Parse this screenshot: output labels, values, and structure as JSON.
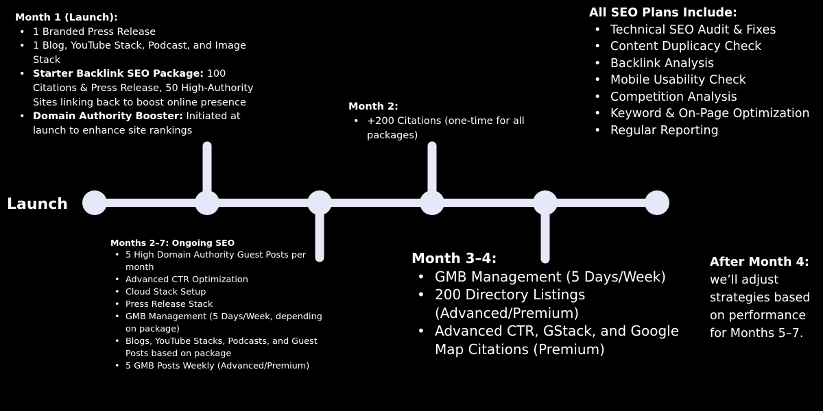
{
  "launch_label": "Launch",
  "colors": {
    "background": "#000000",
    "text": "#ffffff",
    "timeline": "#e6e8f8"
  },
  "month1": {
    "title": "Month 1 (Launch):",
    "items": [
      {
        "bold": "",
        "text": "1 Branded Press Release"
      },
      {
        "bold": "",
        "text": "1 Blog, YouTube Stack, Podcast, and Image Stack"
      },
      {
        "bold": "Starter Backlink SEO Package:",
        "text": " 100 Citations & Press Release, 50 High-Authority Sites linking back to boost online presence"
      },
      {
        "bold": "Domain Authority Booster:",
        "text": " Initiated at launch to enhance site rankings"
      }
    ]
  },
  "month2": {
    "title": "Month 2:",
    "items": [
      "+200 Citations (one-time for all packages)"
    ]
  },
  "months2_7": {
    "title": "Months 2–7: Ongoing SEO",
    "items": [
      "5 High Domain Authority Guest Posts per month",
      "Advanced CTR Optimization",
      "Cloud Stack Setup",
      "Press Release Stack",
      "GMB Management (5 Days/Week, depending on package)",
      " Blogs, YouTube Stacks, Podcasts, and Guest Posts based on package",
      "5 GMB Posts Weekly (Advanced/Premium)"
    ]
  },
  "month3_4": {
    "title": "Month 3–4:",
    "items": [
      "GMB Management (5 Days/Week)",
      "200 Directory Listings (Advanced/Premium)",
      "Advanced CTR, GStack, and Google Map Citations (Premium)"
    ]
  },
  "all_seo": {
    "title": "All SEO Plans Include:",
    "items": [
      "Technical SEO Audit & Fixes",
      "Content Duplicacy Check",
      "Backlink Analysis",
      "Mobile Usability Check",
      "Competition Analysis",
      "Keyword & On-Page Optimization",
      "Regular Reporting"
    ]
  },
  "after_month4": {
    "title": "After Month 4:",
    "text": "we’ll adjust strategies based on performance for Months 5–7."
  }
}
